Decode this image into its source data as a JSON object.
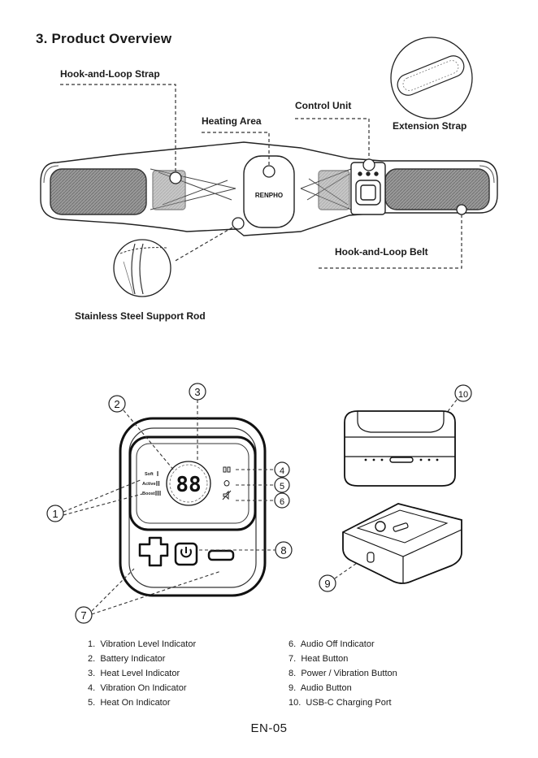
{
  "header": {
    "title": "3. Product Overview"
  },
  "overview": {
    "callouts": {
      "hook_loop_strap": "Hook-and-Loop Strap",
      "heating_area": "Heating Area",
      "control_unit": "Control Unit",
      "extension_strap": "Extension Strap",
      "hook_loop_belt": "Hook-and-Loop Belt",
      "support_rod": "Stainless Steel Support Rod"
    },
    "brand": "RENPHO"
  },
  "control_panel": {
    "display_digits": "88",
    "vibration_levels": [
      "Soft",
      "Active",
      "Boost"
    ],
    "callout_numbers": [
      "1",
      "2",
      "3",
      "4",
      "5",
      "6",
      "7",
      "8",
      "9",
      "10"
    ],
    "icons": [
      "plus-icon",
      "power-icon",
      "minus-icon",
      "vibration-icon",
      "heat-icon",
      "audio-off-icon"
    ]
  },
  "legend": {
    "left": [
      {
        "num": "1.",
        "text": "Vibration Level Indicator"
      },
      {
        "num": "2.",
        "text": "Battery Indicator"
      },
      {
        "num": "3.",
        "text": "Heat Level Indicator"
      },
      {
        "num": "4.",
        "text": "Vibration On Indicator"
      },
      {
        "num": "5.",
        "text": "Heat On Indicator"
      }
    ],
    "right": [
      {
        "num": "6.",
        "text": "Audio Off Indicator"
      },
      {
        "num": "7.",
        "text": "Heat Button"
      },
      {
        "num": "8.",
        "text": "Power / Vibration Button"
      },
      {
        "num": "9.",
        "text": "Audio Button"
      },
      {
        "num": "10.",
        "text": "USB-C Charging Port"
      }
    ]
  },
  "footer": {
    "page_number": "EN-05"
  }
}
